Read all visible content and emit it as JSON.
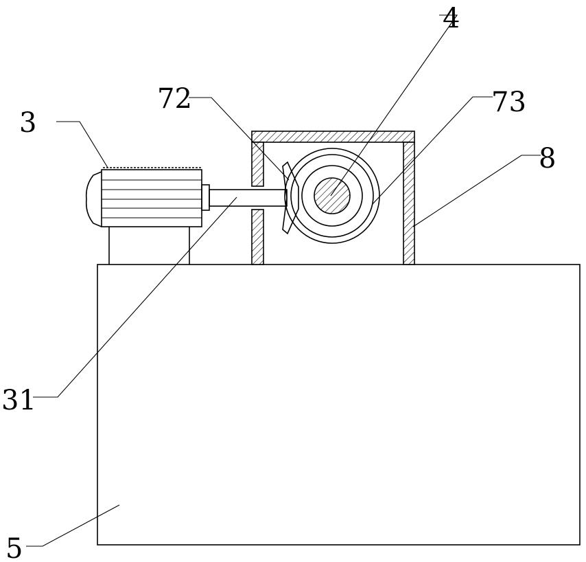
{
  "labels": {
    "part_3": "3",
    "part_31": "31",
    "part_4": "4",
    "part_5": "5",
    "part_72": "72",
    "part_73": "73",
    "part_8": "8"
  }
}
